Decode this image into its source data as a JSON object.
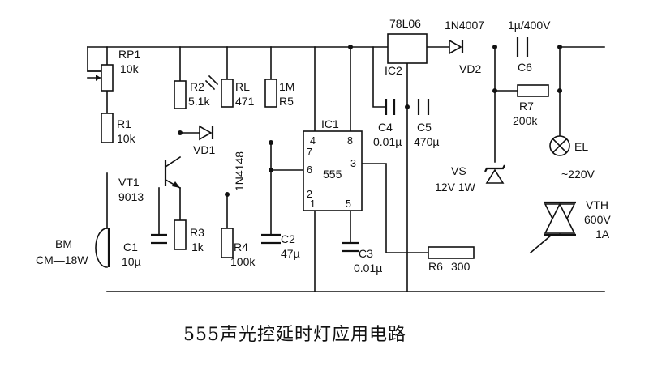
{
  "title": "555声光控延时灯应用电路",
  "components": {
    "RP1": {
      "ref": "RP1",
      "value": "10k"
    },
    "R1": {
      "ref": "R1",
      "value": "10k"
    },
    "VT1": {
      "ref": "VT1",
      "value": "9013"
    },
    "BM": {
      "ref": "BM",
      "value": "CM—18W"
    },
    "C1": {
      "ref": "C1",
      "value": "10µ"
    },
    "R2": {
      "ref": "R2",
      "value": "5.1k"
    },
    "VD1": {
      "ref": "VD1",
      "value": "1N4148"
    },
    "R3": {
      "ref": "R3",
      "value": "1k"
    },
    "RL": {
      "ref": "RL",
      "value": "471"
    },
    "R5": {
      "ref": "R5",
      "value": "1M"
    },
    "R4": {
      "ref": "R4",
      "value": "100k"
    },
    "C2": {
      "ref": "C2",
      "value": "47µ"
    },
    "IC1": {
      "ref": "IC1",
      "value": "555",
      "pins": [
        "4",
        "8",
        "7",
        "6",
        "3",
        "2",
        "1",
        "5"
      ]
    },
    "C3": {
      "ref": "C3",
      "value": "0.01µ"
    },
    "IC2": {
      "ref": "IC2",
      "value": "78L06"
    },
    "C4": {
      "ref": "C4",
      "value": "0.01µ"
    },
    "C5": {
      "ref": "C5",
      "value": "470µ"
    },
    "VD2": {
      "ref": "VD2",
      "value": "1N4007"
    },
    "C6": {
      "ref": "C6",
      "value": "1µ/400V"
    },
    "R7": {
      "ref": "R7",
      "value": "200k"
    },
    "EL": {
      "ref": "EL",
      "value": "~220V"
    },
    "VS": {
      "ref": "VS",
      "value": "12V 1W"
    },
    "VTH": {
      "ref": "VTH",
      "value": "600V",
      "value2": "1A"
    },
    "R6": {
      "ref": "R6",
      "value": "300"
    }
  }
}
